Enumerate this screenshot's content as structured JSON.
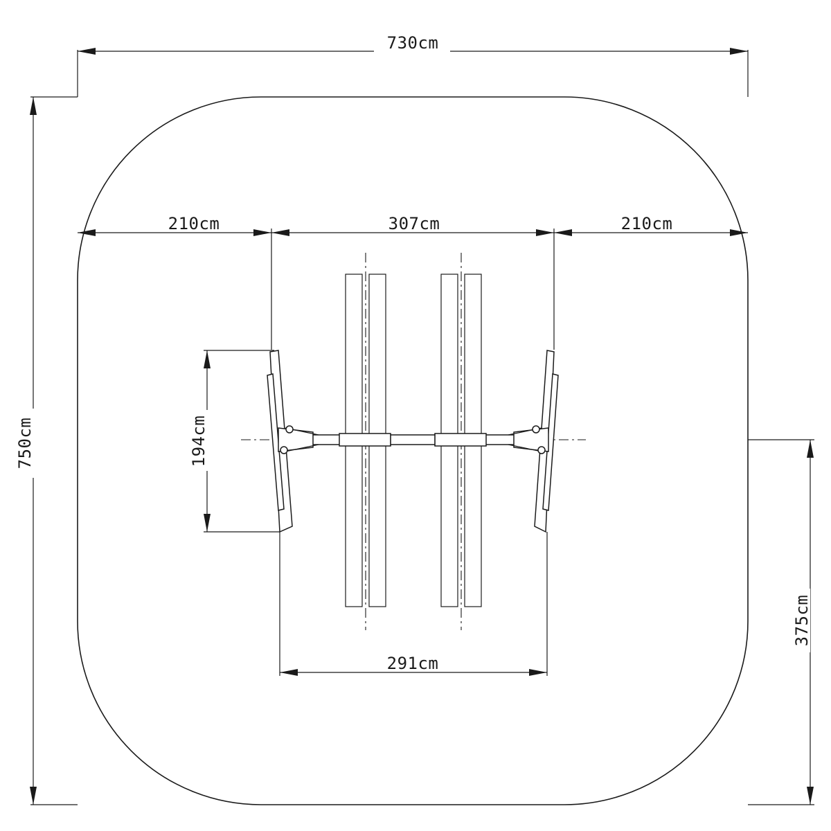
{
  "dimensions": {
    "overall_width": "730cm",
    "overall_height": "750cm",
    "left_zone": "210cm",
    "center_zone": "307cm",
    "right_zone": "210cm",
    "post_spread": "194cm",
    "bottom_width": "291cm",
    "half_height": "375cm"
  },
  "colors": {
    "ink": "#1a1a1a",
    "paper": "#ffffff"
  }
}
